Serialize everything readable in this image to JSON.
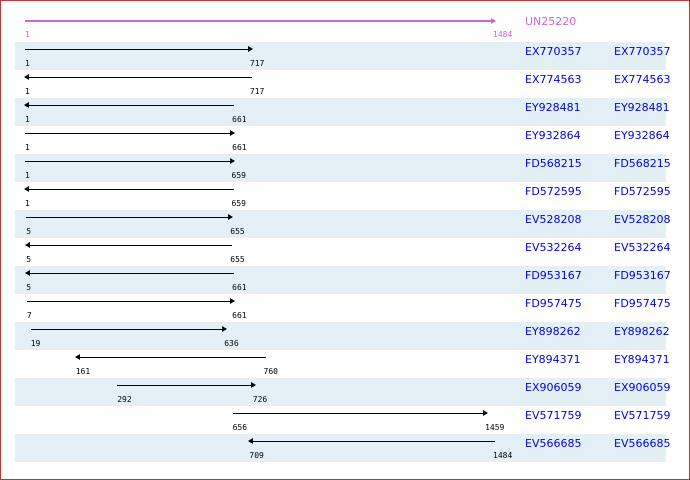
{
  "scale": {
    "min": 1,
    "max": 1484
  },
  "colors": {
    "query": "#cc66cc",
    "hit": "#000000",
    "link": "#0000ee",
    "shade": "#e3f1f6",
    "border": "#c83232"
  },
  "query": {
    "id": "UN25220",
    "start": 1,
    "end": 1484,
    "strand": "+"
  },
  "hits": [
    {
      "id": "EX770357",
      "link": "EX770357",
      "start": 1,
      "end": 717,
      "strand": "+"
    },
    {
      "id": "EX774563",
      "link": "EX774563",
      "start": 1,
      "end": 717,
      "strand": "-"
    },
    {
      "id": "EY928481",
      "link": "EY928481",
      "start": 1,
      "end": 661,
      "strand": "-"
    },
    {
      "id": "EY932864",
      "link": "EY932864",
      "start": 1,
      "end": 661,
      "strand": "+"
    },
    {
      "id": "FD568215",
      "link": "FD568215",
      "start": 1,
      "end": 659,
      "strand": "+"
    },
    {
      "id": "FD572595",
      "link": "FD572595",
      "start": 1,
      "end": 659,
      "strand": "-"
    },
    {
      "id": "EV528208",
      "link": "EV528208",
      "start": 5,
      "end": 655,
      "strand": "+"
    },
    {
      "id": "EV532264",
      "link": "EV532264",
      "start": 5,
      "end": 655,
      "strand": "-"
    },
    {
      "id": "FD953167",
      "link": "FD953167",
      "start": 5,
      "end": 661,
      "strand": "-"
    },
    {
      "id": "FD957475",
      "link": "FD957475",
      "start": 7,
      "end": 661,
      "strand": "+"
    },
    {
      "id": "EY898262",
      "link": "EY898262",
      "start": 19,
      "end": 636,
      "strand": "+"
    },
    {
      "id": "EY894371",
      "link": "EY894371",
      "start": 161,
      "end": 760,
      "strand": "-"
    },
    {
      "id": "EX906059",
      "link": "EX906059",
      "start": 292,
      "end": 726,
      "strand": "+"
    },
    {
      "id": "EV571759",
      "link": "EV571759",
      "start": 656,
      "end": 1459,
      "strand": "+"
    },
    {
      "id": "EV566685",
      "link": "EV566685",
      "start": 709,
      "end": 1484,
      "strand": "-"
    }
  ]
}
